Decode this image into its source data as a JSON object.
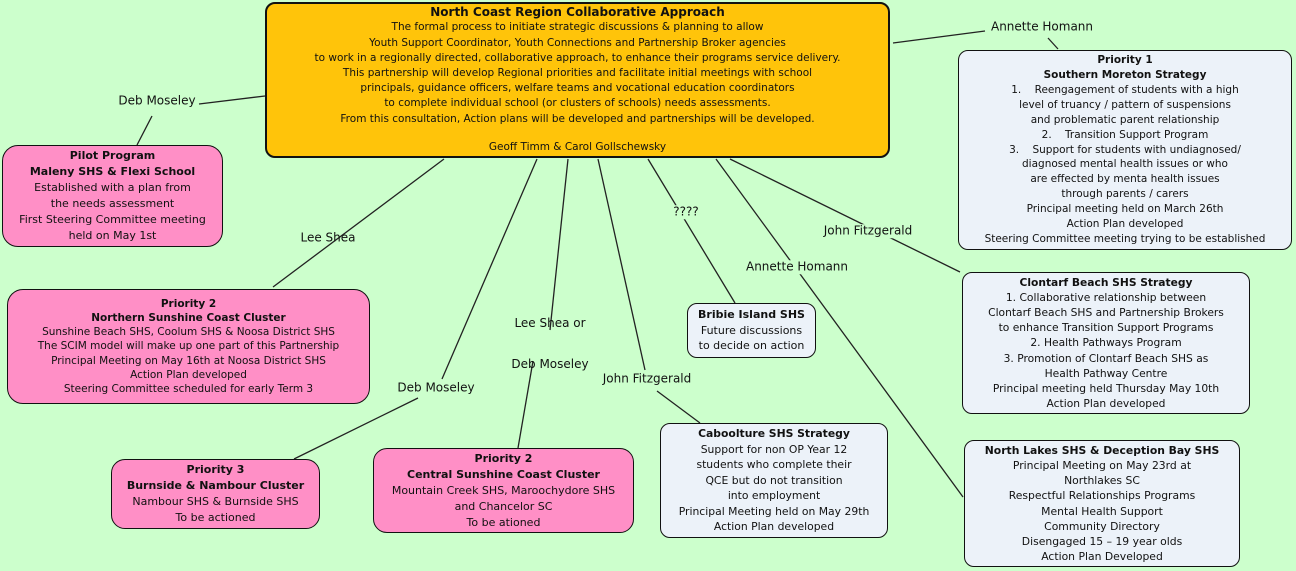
{
  "colors": {
    "background": "#ccffcc",
    "central_node_fill": "#ffc40a",
    "pink_node_fill": "#ff8fc6",
    "light_node_fill": "#ecf2f9",
    "border": "#111111",
    "connector_line": "#222222",
    "text": "#111111"
  },
  "central": {
    "title": "North Coast Region Collaborative Approach",
    "lines": [
      "The formal process to initiate strategic discussions & planning to allow",
      "Youth Support Coordinator, Youth Connections and Partnership Broker agencies",
      "to work in a regionally directed, collaborative approach, to enhance their programs service delivery.",
      "This partnership will develop Regional priorities and facilitate initial meetings with school",
      "principals, guidance officers, welfare teams and vocational education coordinators",
      "to complete individual school (or clusters of schools) needs assessments.",
      "From this consultation, Action plans will be developed and partnerships will be developed."
    ],
    "footer": "Geoff Timm & Carol Gollschewsky"
  },
  "nodes": {
    "pilot": {
      "title_lines": [
        "Pilot Program",
        "Maleny SHS & Flexi School"
      ],
      "lines": [
        "Established with a plan from",
        "the needs assessment",
        "First Steering Committee meeting",
        "held on May 1st"
      ]
    },
    "northern": {
      "title_lines": [
        "Priority 2",
        "Northern Sunshine Coast Cluster"
      ],
      "lines": [
        "Sunshine Beach SHS, Coolum SHS & Noosa District SHS",
        "The SCIM model will make up one part of this Partnership",
        "Principal Meeting on May 16th at Noosa District SHS",
        "Action Plan developed",
        "Steering Committee scheduled for early Term 3"
      ]
    },
    "priority3": {
      "title_lines": [
        "Priority 3",
        "Burnside & Nambour Cluster"
      ],
      "lines": [
        "Nambour SHS & Burnside SHS",
        "To be actioned"
      ]
    },
    "central_sunshine": {
      "title_lines": [
        "Priority 2",
        "Central Sunshine Coast Cluster"
      ],
      "lines": [
        "Mountain Creek SHS, Maroochydore SHS",
        "and Chancelor SC",
        "To be ationed"
      ]
    },
    "bribie": {
      "title_lines": [
        "Bribie Island SHS"
      ],
      "lines": [
        "Future discussions",
        "to decide on action"
      ]
    },
    "caboolture": {
      "title_lines": [
        "Caboolture SHS Strategy"
      ],
      "lines": [
        "Support for non OP Year 12",
        "students who complete their",
        "QCE but do not transition",
        "into employment",
        "Principal Meeting held on May 29th",
        "Action Plan developed"
      ]
    },
    "priority1": {
      "title_lines": [
        "Priority 1",
        "Southern Moreton Strategy"
      ],
      "lines": [
        "1.    Reengagement of students with a high",
        "level of truancy / pattern of suspensions",
        "and problematic parent relationship",
        "2.    Transition Support Program",
        "3.    Support for students with undiagnosed/",
        "diagnosed mental health issues or who",
        "are effected by menta health issues",
        "through parents / carers",
        "Principal meeting held on March 26th",
        "Action Plan developed",
        "Steering Committee meeting trying to be established"
      ]
    },
    "clontarf": {
      "title_lines": [
        "Clontarf Beach SHS Strategy"
      ],
      "lines": [
        "1. Collaborative relationship between",
        "Clontarf Beach SHS and Partnership Brokers",
        "to enhance Transition Support Programs",
        "2. Health Pathways Program",
        "3. Promotion of Clontarf Beach SHS as",
        "Health Pathway Centre",
        "Principal meeting held Thursday May 10th",
        "Action Plan developed"
      ]
    },
    "northlakes": {
      "title_lines": [
        "North Lakes SHS & Deception Bay SHS"
      ],
      "lines": [
        "Principal Meeting on May 23rd at",
        "Northlakes SC",
        "Respectful Relationships Programs",
        "Mental Health Support",
        "Community Directory",
        "Disengaged 15 – 19 year olds",
        "Action Plan Developed"
      ]
    }
  },
  "connector_labels": {
    "deb_moseley_1": "Deb Moseley",
    "annette_homann_1": "Annette Homann",
    "lee_shea": "Lee Shea",
    "unknown": "????",
    "john_fitzgerald_1": "John Fitzgerald",
    "annette_homann_2": "Annette Homann",
    "lee_shea_or_line1": "Lee Shea or",
    "lee_shea_or_line2": "Deb Moseley",
    "deb_moseley_2": "Deb Moseley",
    "john_fitzgerald_2": "John Fitzgerald"
  }
}
